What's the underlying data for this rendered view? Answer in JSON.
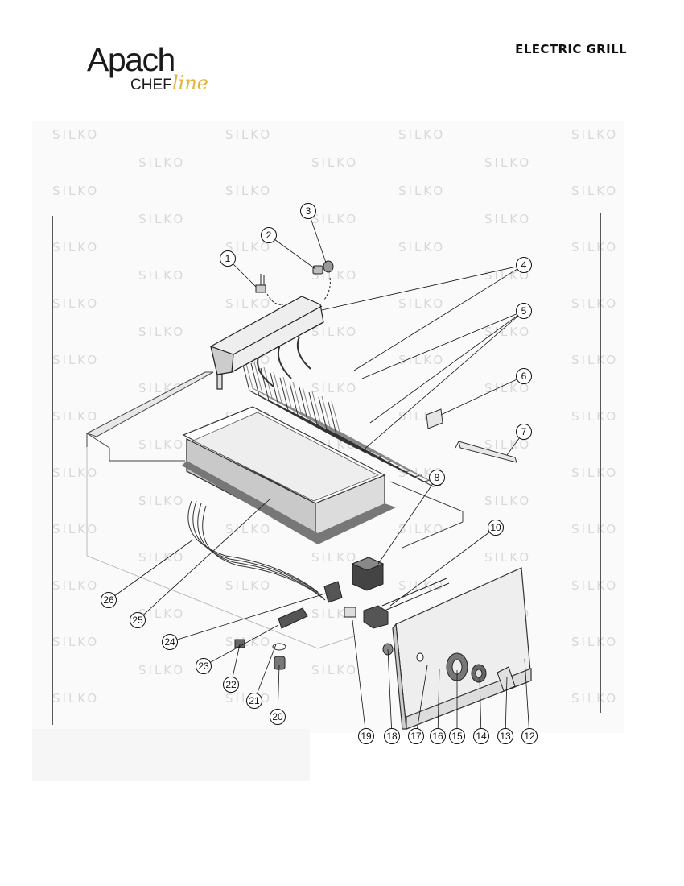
{
  "header": {
    "brand_name": "Apach",
    "brand_sub": "CHEF",
    "brand_line": "line",
    "title": "ELECTRIC GRILL"
  },
  "watermark": {
    "text": "SILKO"
  },
  "callouts": [
    "1",
    "2",
    "3",
    "4",
    "5",
    "6",
    "7",
    "8",
    "10",
    "12",
    "13",
    "14",
    "15",
    "16",
    "17",
    "18",
    "19",
    "20",
    "21",
    "22",
    "23",
    "24",
    "25",
    "26"
  ]
}
